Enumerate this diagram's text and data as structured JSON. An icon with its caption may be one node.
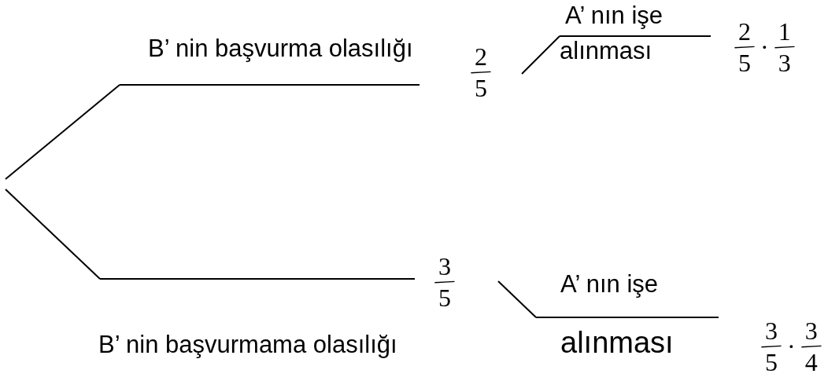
{
  "diagram": {
    "nodes": [
      {
        "text": [
          "B’ nin başvurma olasılığı"
        ]
      },
      {
        "text": [
          "B’ nin başvurmama olasılığı"
        ]
      },
      {
        "text": [
          "A’ nın işe",
          "alınması"
        ]
      },
      {
        "text": [
          "A’ nın işe",
          "alınması"
        ]
      }
    ],
    "edges": [
      {
        "from": null,
        "to": 0,
        "arrow": "none"
      },
      {
        "from": null,
        "to": 1,
        "arrow": "none"
      },
      {
        "from": null,
        "to": 2,
        "arrow": "none"
      },
      {
        "from": null,
        "to": 3,
        "arrow": "none"
      }
    ],
    "labels": [
      "2/5",
      "2/5 · 1/3",
      "3/5",
      "3/5 · 3/4"
    ]
  }
}
